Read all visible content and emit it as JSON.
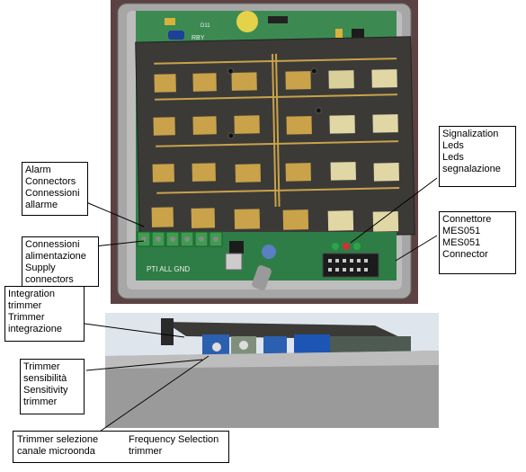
{
  "labels": {
    "alarm": {
      "en": "Alarm Connectors",
      "it": "Connessioni allarme"
    },
    "supply": {
      "it": "Connessioni alimentazione",
      "en": "Supply connectors"
    },
    "integration": {
      "en": "Integration trimmer",
      "it": "Trimmer integrazione"
    },
    "sensitivity": {
      "it": "Trimmer sensibilità",
      "en": "Sensitivity trimmer"
    },
    "frequency": {
      "it": "Trimmer selezione canale microonda",
      "en": "Frequency Selection trimmer"
    },
    "signal": {
      "en": "Signalization Leds",
      "it": "Leds segnalazione"
    },
    "connector": {
      "it": "Connettore MES051",
      "en": "MES051 Connector"
    }
  },
  "board_text": {
    "top": "RBY",
    "bottom": "PTI  ALL  GND",
    "d11": "D11"
  },
  "colors": {
    "board_green": "#2f7d46",
    "antenna_dark": "#3b3a37",
    "pad_gold": "#c9a24a",
    "housing_grey": "#9a9a9a"
  }
}
